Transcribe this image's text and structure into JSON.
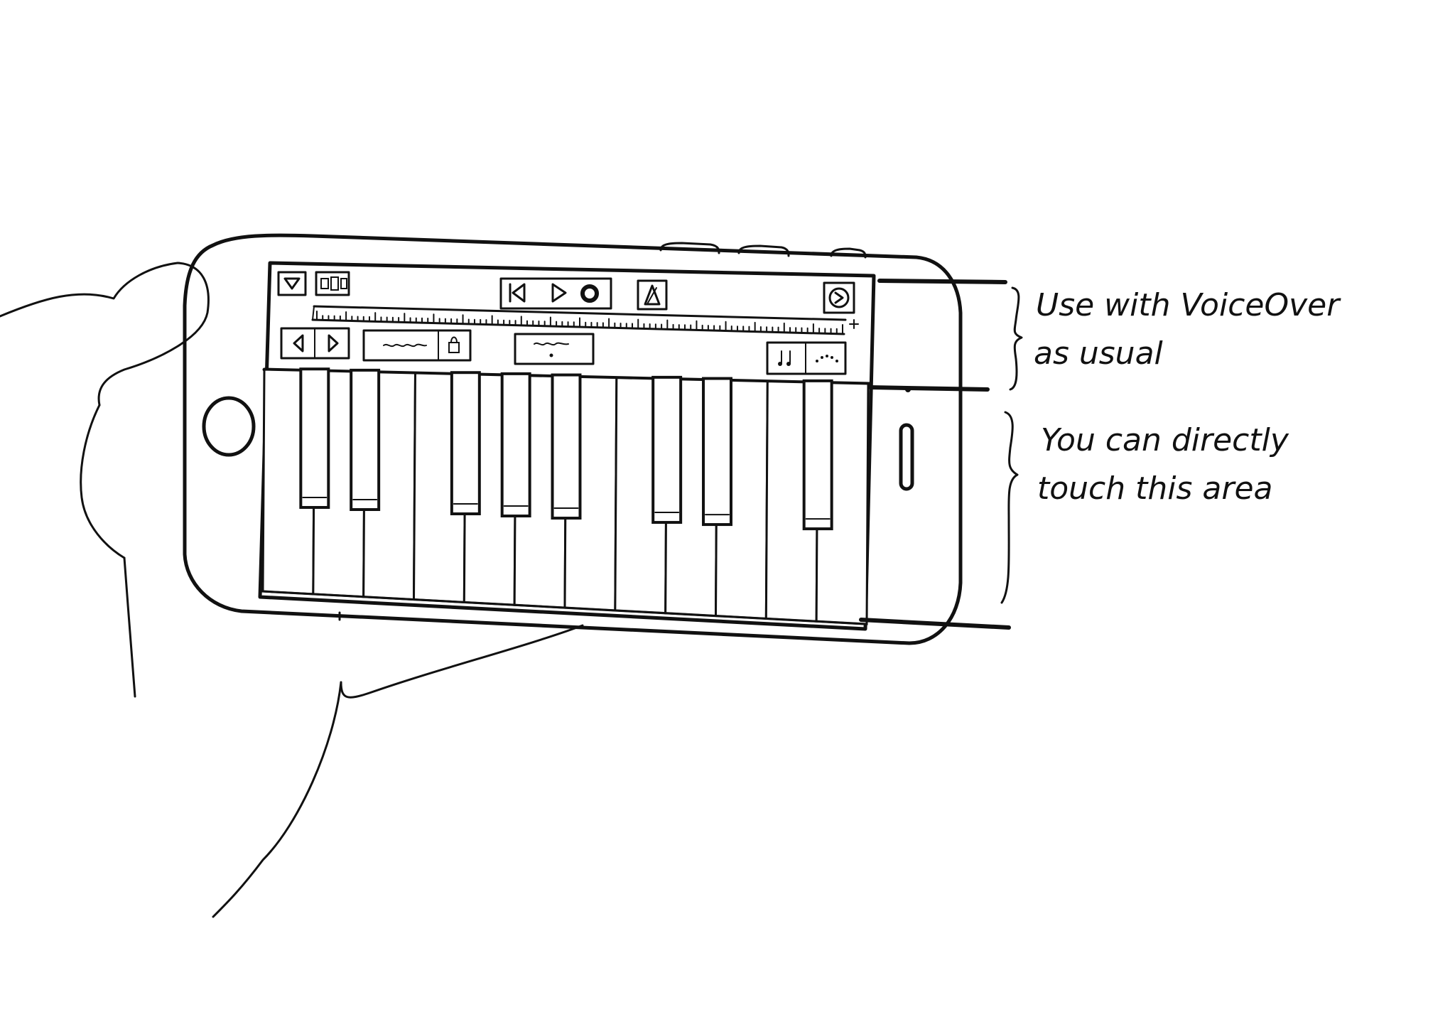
{
  "annotations": {
    "upper_line1": "Use with VoiceOver",
    "upper_line2": "as usual",
    "lower_line1": "You can directly",
    "lower_line2": "touch this area"
  },
  "icons": {
    "toolbar_left": [
      "menu-dropdown-icon",
      "track-view-icon"
    ],
    "transport": [
      "skip-back-icon",
      "play-icon",
      "record-icon"
    ],
    "metronome": "metronome-icon",
    "settings": "settings-icon",
    "controls_row": [
      "octave-down-icon",
      "octave-up-icon",
      "lock-icon",
      "arpeggiator-icon",
      "scale-icon"
    ]
  },
  "keyboard": {
    "white_keys": 12,
    "black_keys": 8
  },
  "colors": {
    "ink": "#111111",
    "paper": "#ffffff"
  }
}
